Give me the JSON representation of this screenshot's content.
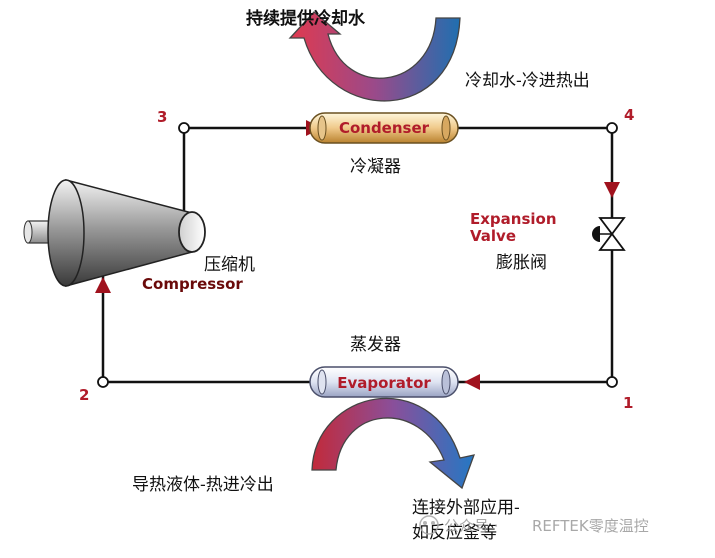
{
  "labels": {
    "top_water_out": "持续提供冷却水",
    "condenser_water_in": "冷却水-冷进热出",
    "condenser_cn": "冷凝器",
    "compressor_cn": "压缩机",
    "compressor_en": "Compressor",
    "expansion_en_line1": "Expansion",
    "expansion_en_line2": "Valve",
    "expansion_cn": "膨胀阀",
    "evaporator_cn": "蒸发器",
    "fluid_in": "导热液体-热进冷出",
    "load_line1": "连接外部应用-",
    "load_line2": "如反应釜等"
  },
  "components": {
    "condenser": "Condenser",
    "evaporator": "Evaporator"
  },
  "nodes": {
    "n1": "1",
    "n2": "2",
    "n3": "3",
    "n4": "4"
  },
  "watermark": {
    "prefix": "公众号 ·",
    "brand": "REFTEK零度温控"
  },
  "colors": {
    "hot_red": "#c8283c",
    "cold_blue": "#1f6fb0",
    "node_red": "#b01c2a",
    "line": "#111111"
  }
}
